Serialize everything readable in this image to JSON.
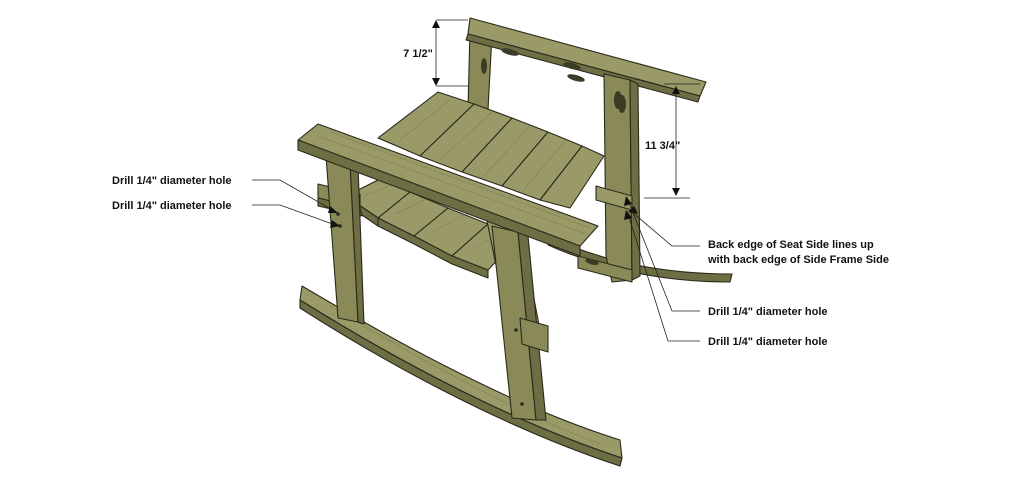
{
  "annotations": {
    "dim_back_height": "7 1/2\"",
    "dim_side_height": "11 3/4\"",
    "left_drill_1": "Drill 1/4\" diameter hole",
    "left_drill_2": "Drill 1/4\" diameter hole",
    "back_edge_line1": "Back edge of Seat Side lines up",
    "back_edge_line2": "with back edge of Side Frame Side",
    "right_drill_1": "Drill 1/4\" diameter hole",
    "right_drill_2": "Drill 1/4\" diameter hole"
  },
  "colors": {
    "wood_light": "#9a9a68",
    "wood_mid": "#8a8a58",
    "wood_dark": "#6e6e44",
    "outline": "#2a2a1a",
    "text": "#111111"
  }
}
